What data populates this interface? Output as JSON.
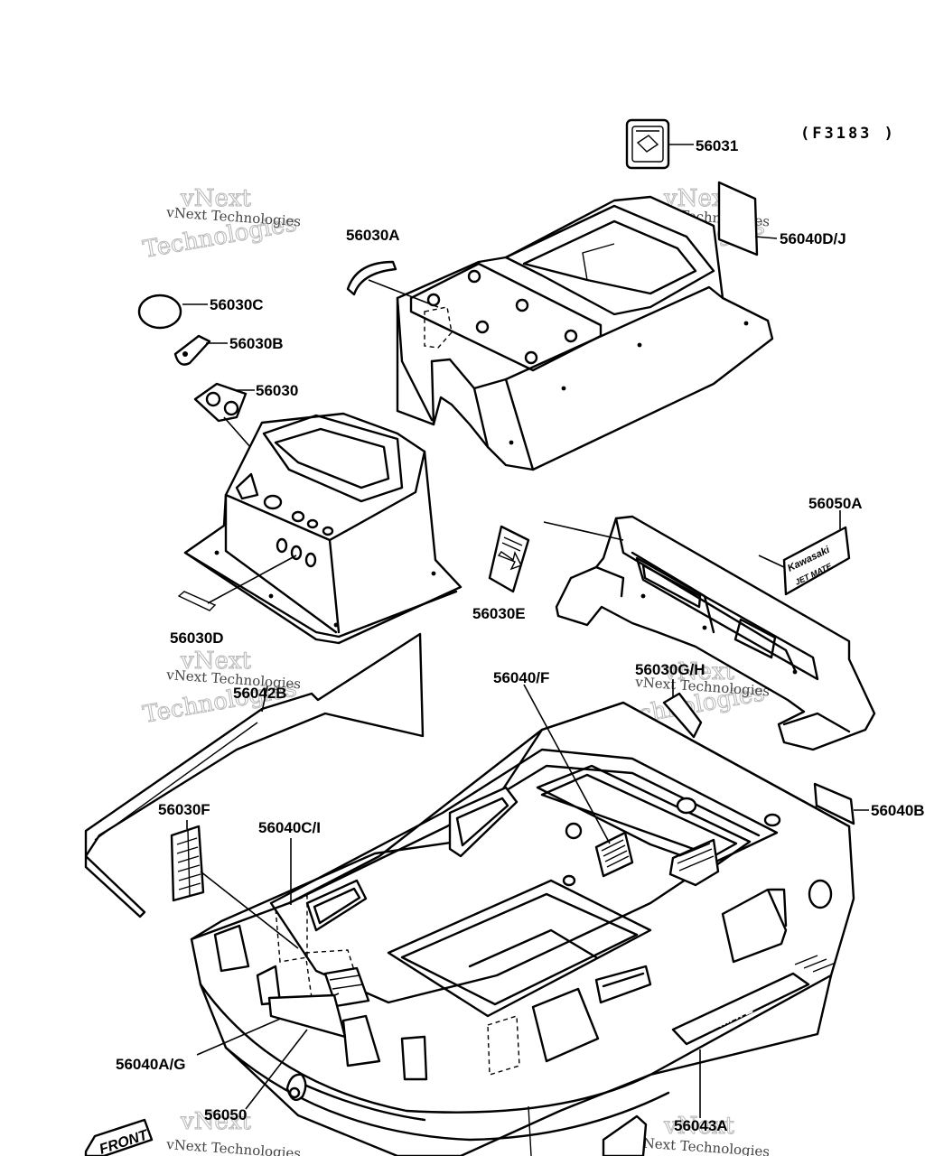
{
  "figure": {
    "code": "(F3183 )"
  },
  "labels": {
    "p56031": "56031",
    "p56040DJ": "56040D/J",
    "p56030A": "56030A",
    "p56030C": "56030C",
    "p56030B": "56030B",
    "p56030": "56030",
    "p56050A": "56050A",
    "p56030E": "56030E",
    "p56030D": "56030D",
    "p56042B": "56042B",
    "p56040F": "56040/F",
    "p56030GH": "56030G/H",
    "p56040B": "56040B",
    "p56030F": "56030F",
    "p56040CI": "56040C/I",
    "p56040AG": "56040A/G",
    "p56050": "56050",
    "p56043A": "56043A"
  },
  "watermark": {
    "small": "vNext Technologies",
    "line1": "vNext",
    "line2": "Technologies"
  },
  "decals": {
    "brand": "Kawasaki",
    "model": "JET MATE",
    "front": "FRONT"
  }
}
